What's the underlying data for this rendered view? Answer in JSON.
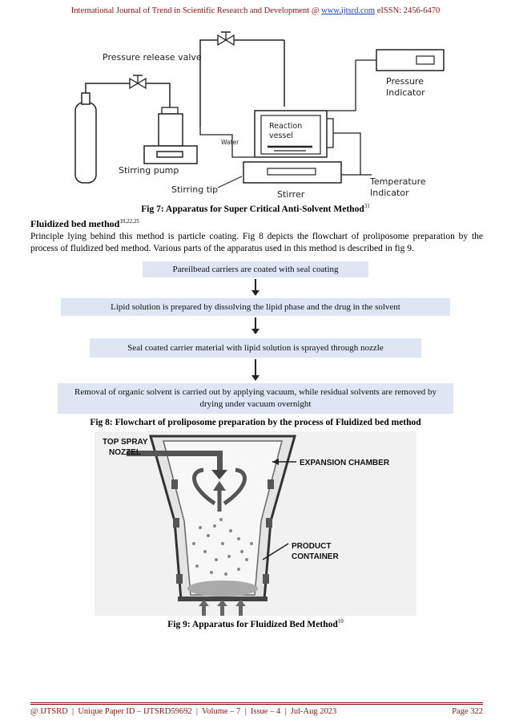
{
  "header": {
    "prefix": "International Journal of Trend in Scientific Research and Development @ ",
    "link": "www.ijtsrd.com",
    "suffix": " eISSN: 2456-6470"
  },
  "fig7": {
    "labels": {
      "pressure_release_valve": "Pressure release valve",
      "pressure_indicator_1": "Pressure",
      "pressure_indicator_2": "Indicator",
      "reaction_vessel_1": "Reaction",
      "reaction_vessel_2": "vessel",
      "water": "Water",
      "stirring_pump": "Stirring pump",
      "stirring_tip": "Stirring tip",
      "stirrer": "Stirrer",
      "temperature_indicator_1": "Temperature",
      "temperature_indicator_2": "Indicator"
    },
    "caption": "Fig 7: Apparatus for Super Critical Anti-Solvent Method",
    "caption_ref": "31"
  },
  "section": {
    "heading": "Fluidized bed method",
    "heading_refs": "10,22,25",
    "paragraph": "Principle lying behind this method is particle coating. Fig 8 depicts the flowchart of proliposome preparation by the process of fluidized bed method. Various parts of the apparatus used in this method is described in fig 9."
  },
  "flowchart": {
    "steps": [
      "Pareilbead carriers are coated with seal coating",
      "Lipid solution is prepared by dissolving the lipid phase and the drug in the solvent",
      "Seal coated carrier material with lipid solution is sprayed through nozzle",
      "Removal of organic solvent is carried out by applying vacuum, while residual solvents are removed by drying under vacuum overnight"
    ],
    "caption": "Fig 8: Flowchart of proliposome preparation by the process of Fluidized bed method"
  },
  "fig9": {
    "labels": {
      "top_spray_1": "TOP SPRAY",
      "top_spray_2": "NOZZEL",
      "expansion_chamber": "EXPANSION CHAMBER",
      "product_container_1": "PRODUCT",
      "product_container_2": "CONTAINER"
    },
    "caption": "Fig 9: Apparatus for Fluidized Bed Method",
    "caption_ref": "10"
  },
  "footer": {
    "left": "@ IJTSRD  |  Unique Paper ID – IJTSRD59692  |  Volume – 7  |  Issue – 4  |  Jul-Aug 2023",
    "right": "Page 322"
  }
}
